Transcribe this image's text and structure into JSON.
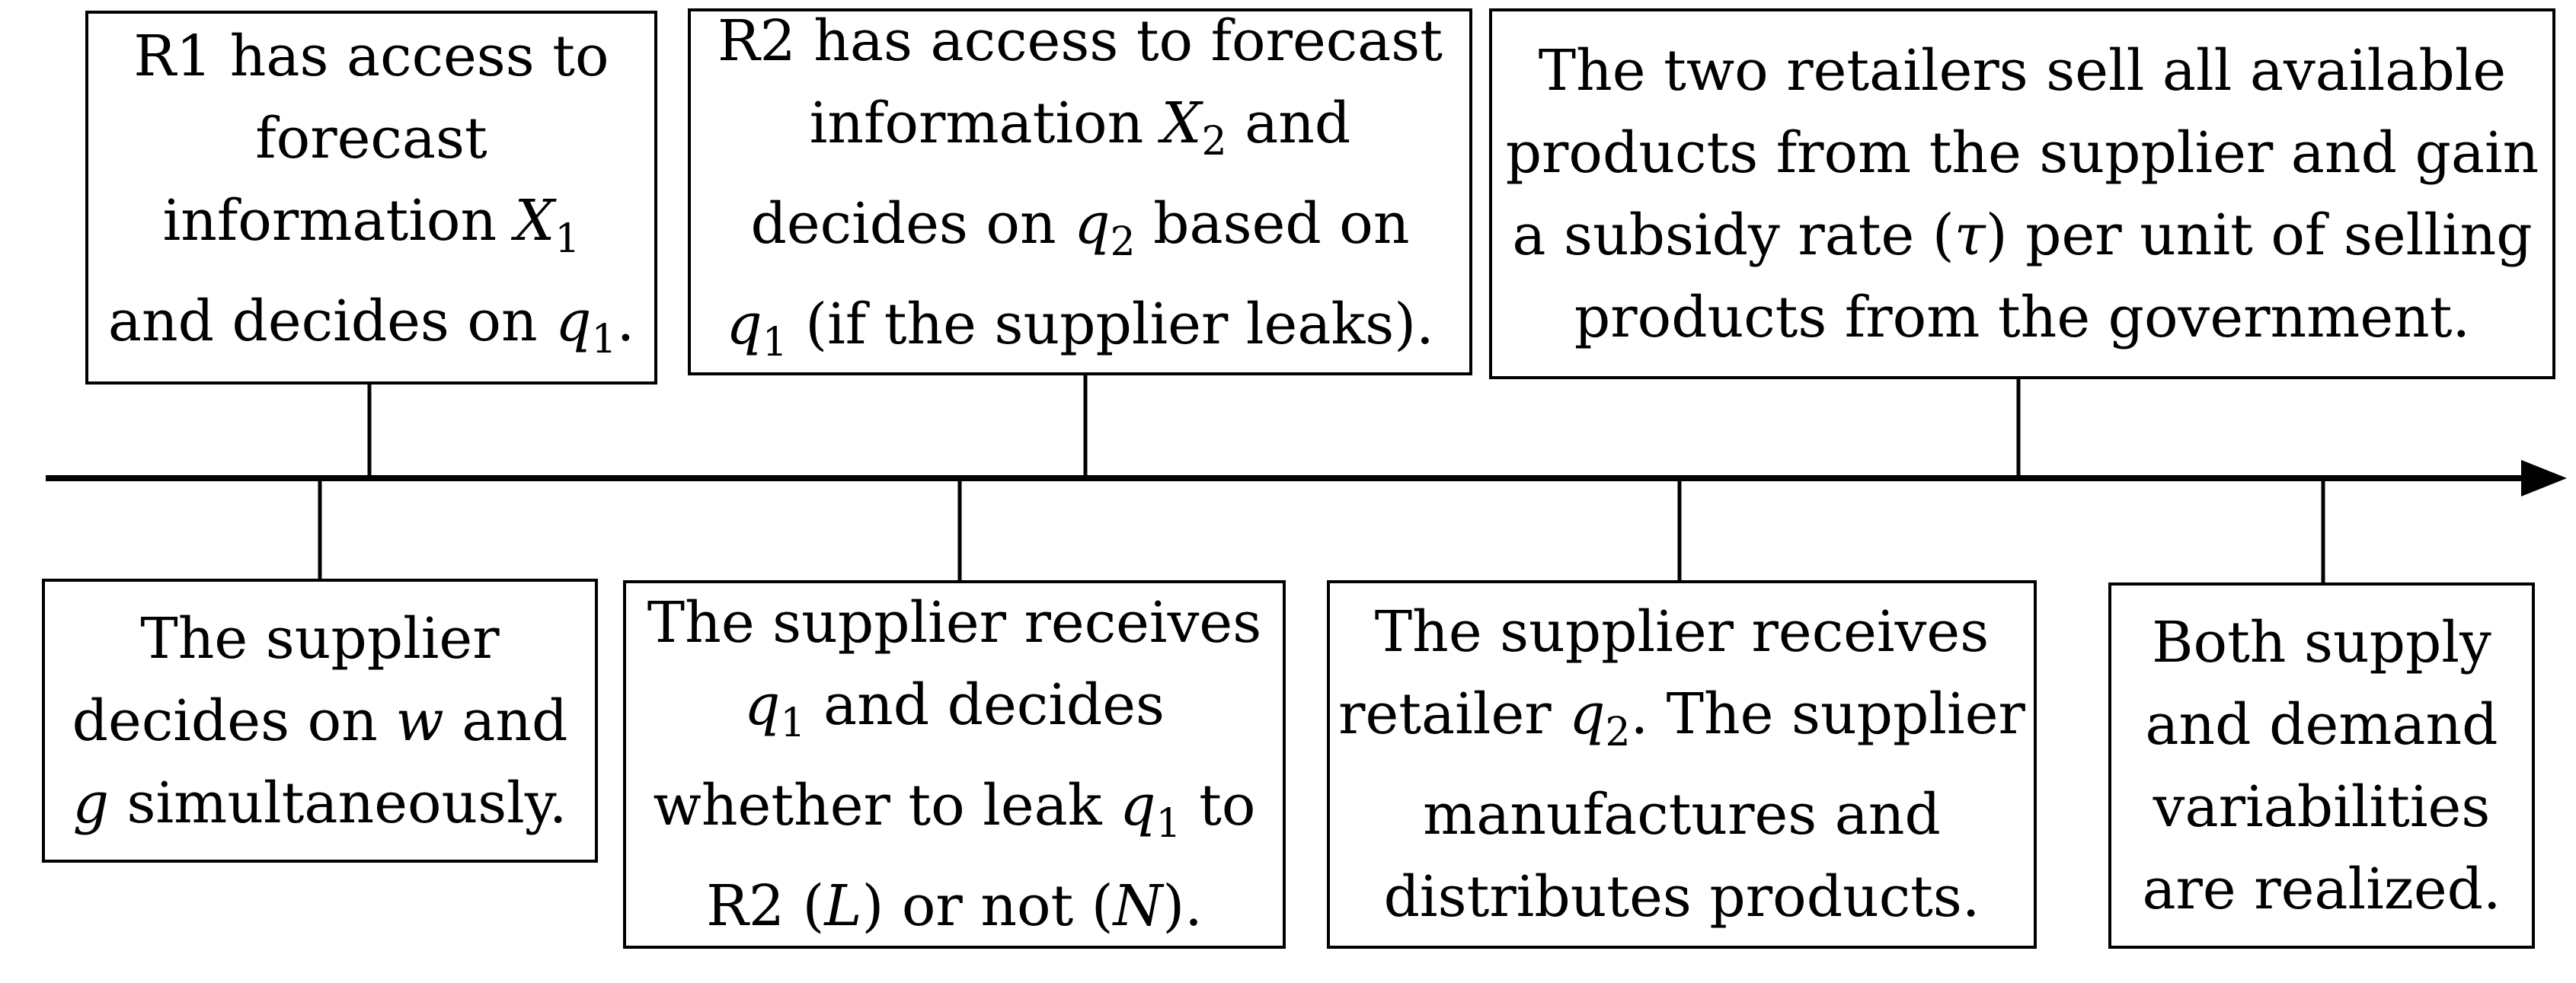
{
  "above": [
    {
      "lines": [
        [
          "R1 has access to"
        ],
        [
          "forecast"
        ],
        [
          "information  ",
          {
            "m": "X",
            "sub": "1"
          }
        ],
        [
          "and decides on  ",
          {
            "m": "q",
            "sub": "1"
          },
          "."
        ]
      ]
    },
    {
      "lines": [
        [
          "R2 has access to forecast"
        ],
        [
          "information  ",
          {
            "m": "X",
            "sub": "2"
          },
          "  and"
        ],
        [
          "decides on  ",
          {
            "m": "q",
            "sub": "2"
          },
          "  based on"
        ],
        [
          {
            "m": "q",
            "sub": "1"
          },
          "  (if the supplier leaks)."
        ]
      ]
    },
    {
      "lines": [
        [
          "The two retailers sell all available"
        ],
        [
          "products from the supplier and gain"
        ],
        [
          "a subsidy rate (",
          {
            "m": "τ"
          },
          ") per unit of selling"
        ],
        [
          "products from the government."
        ]
      ]
    }
  ],
  "below": [
    {
      "lines": [
        [
          "The supplier"
        ],
        [
          "decides on  ",
          {
            "m": "w"
          },
          "  and"
        ],
        [
          {
            "m": "g"
          },
          "  simultaneously."
        ]
      ]
    },
    {
      "lines": [
        [
          "The supplier receives"
        ],
        [
          {
            "m": "q",
            "sub": "1"
          },
          "  and decides"
        ],
        [
          "whether to leak  ",
          {
            "m": "q",
            "sub": "1"
          },
          "  to"
        ],
        [
          "R2 (",
          {
            "m": "L"
          },
          ") or not (",
          {
            "m": "N"
          },
          ")."
        ]
      ]
    },
    {
      "lines": [
        [
          "The supplier receives"
        ],
        [
          "retailer  ",
          {
            "m": "q",
            "sub": "2"
          },
          ". The supplier"
        ],
        [
          "manufactures and"
        ],
        [
          "distributes products."
        ]
      ]
    },
    {
      "lines": [
        [
          "Both supply"
        ],
        [
          "and demand"
        ],
        [
          "variabilities"
        ],
        [
          "are realized."
        ]
      ]
    }
  ]
}
